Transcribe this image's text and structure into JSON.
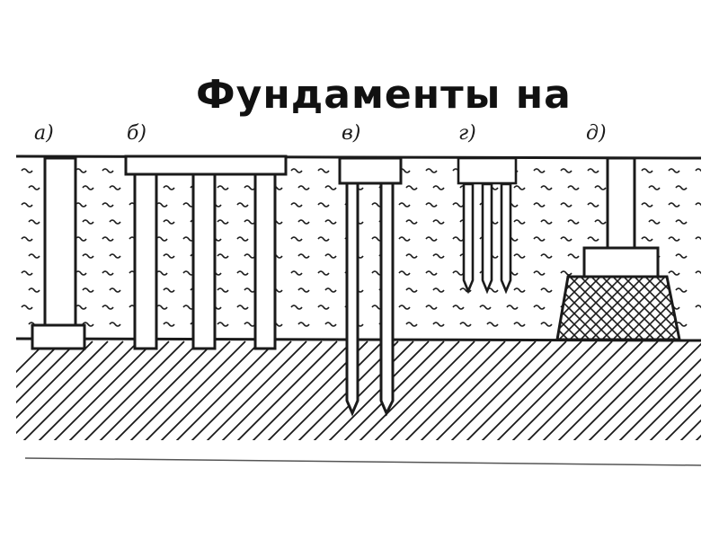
{
  "slide": {
    "title": "Фундаменты на",
    "colors": {
      "ink": "#1a1a1a",
      "paper": "#ffffff"
    }
  },
  "diagram": {
    "variants": [
      {
        "id": "a",
        "label": "а)"
      },
      {
        "id": "b",
        "label": "б)"
      },
      {
        "id": "v",
        "label": "в)"
      },
      {
        "id": "g",
        "label": "г)"
      },
      {
        "id": "d",
        "label": "д)"
      }
    ],
    "layers": [
      {
        "id": "soft-soil",
        "pattern": "wave-hatch"
      },
      {
        "id": "firm-soil",
        "pattern": "diagonal-hatch"
      }
    ]
  }
}
